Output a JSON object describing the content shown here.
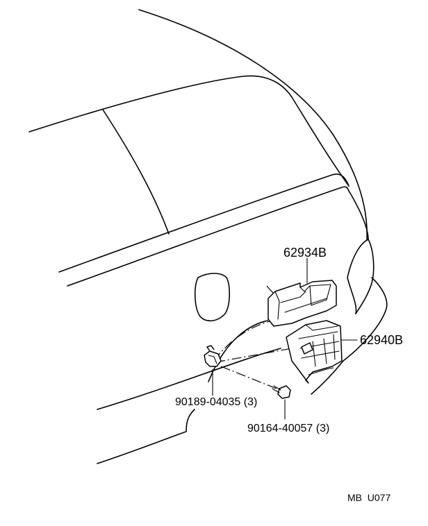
{
  "labels": {
    "part_62934b": "62934B",
    "part_62940b": "62940B",
    "part_90189": "90189-04035 (3)",
    "part_90164": "90164-40057 (3)",
    "diagram_code": "MB  U077"
  }
}
